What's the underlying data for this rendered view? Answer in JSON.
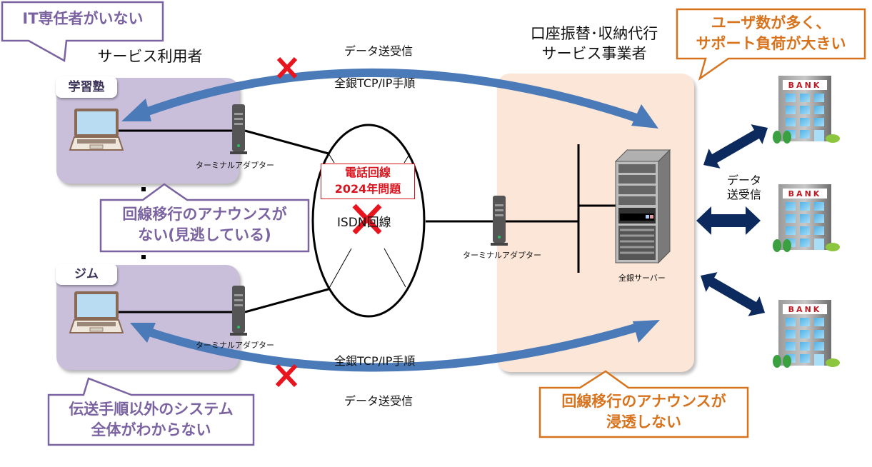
{
  "headings": {
    "service_users": "サービス利用者",
    "provider_line1": "口座振替･収納代行",
    "provider_line2": "サービス事業者"
  },
  "sites": [
    {
      "tag": "学習塾",
      "adapter_label": "ターミナルアダプター"
    },
    {
      "tag": "ジム",
      "adapter_label": "ターミナルアダプター"
    }
  ],
  "network": {
    "isdn_label": "ISDN回線",
    "problem_line1": "電話回線",
    "problem_line2": "2024年問題",
    "provider_adapter_label": "ターミナルアダプター",
    "server_label": "全銀サーバー"
  },
  "flows": {
    "top_data": "データ送受信",
    "top_protocol": "全銀TCP/IP手順",
    "bottom_protocol": "全銀TCP/IP手順",
    "bottom_data": "データ送受信"
  },
  "banks": {
    "label_line1": "データ",
    "label_line2": "送受信",
    "sign": "BANK",
    "count": 3
  },
  "callouts": {
    "no_it_staff": "IT専任者がいない",
    "no_announcement_line1": "回線移行のアナウンスが",
    "no_announcement_line2": "ない(見逃している)",
    "system_unknown_line1": "伝送手順以外のシステム",
    "system_unknown_line2": "全体がわからない",
    "support_load_line1": "ユーザ数が多く、",
    "support_load_line2": "サポート負荷が大きい",
    "not_penetrating_line1": "回線移行のアナウンスが",
    "not_penetrating_line2": "浸透しない"
  },
  "colors": {
    "user_callout": "#7a63a0",
    "provider_callout": "#d8731d",
    "flow_arrow": "#4a7ab8",
    "bank_arrow": "#0d2a5e",
    "blocked_mark": "#e8141e",
    "site_box": "#c9bfdb",
    "provider_box": "#fbe6d8"
  }
}
